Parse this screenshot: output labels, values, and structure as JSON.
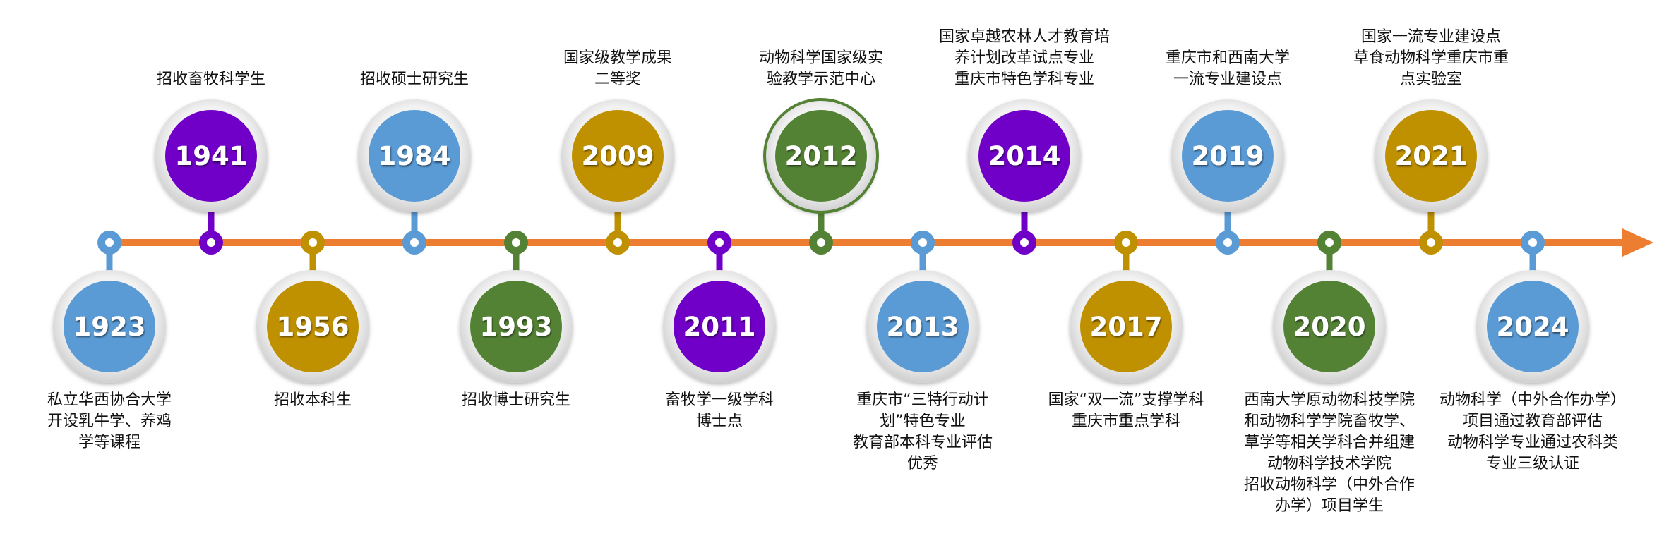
{
  "colors": {
    "blue": "#5b9bd5",
    "purple": "#7000c8",
    "gold": "#bf9000",
    "green": "#548235",
    "line": "#ed7d31"
  },
  "events": [
    {
      "year": "1923",
      "color": "blue",
      "position": "below",
      "text": "私立华西协合大学\n开设乳牛学、养鸡\n学等课程"
    },
    {
      "year": "1941",
      "color": "purple",
      "position": "above",
      "text": "招收畜牧科学生"
    },
    {
      "year": "1956",
      "color": "gold",
      "position": "below",
      "text": "招收本科生"
    },
    {
      "year": "1984",
      "color": "blue",
      "position": "above",
      "text": "招收硕士研究生"
    },
    {
      "year": "1993",
      "color": "green",
      "position": "below",
      "text": "招收博士研究生"
    },
    {
      "year": "2009",
      "color": "gold",
      "position": "above",
      "text": "国家级教学成果\n二等奖"
    },
    {
      "year": "2011",
      "color": "purple",
      "position": "below",
      "text": "畜牧学一级学科\n博士点"
    },
    {
      "year": "2012",
      "color": "green",
      "position": "above",
      "highlight": true,
      "text": "动物科学国家级实\n验教学示范中心"
    },
    {
      "year": "2013",
      "color": "blue",
      "position": "below",
      "text": "重庆市“三特行动计\n划”特色专业\n教育部本科专业评估\n优秀"
    },
    {
      "year": "2014",
      "color": "purple",
      "position": "above",
      "text": "国家卓越农林人才教育培\n养计划改革试点专业\n重庆市特色学科专业"
    },
    {
      "year": "2017",
      "color": "gold",
      "position": "below",
      "text": "国家“双一流”支撑学科\n重庆市重点学科"
    },
    {
      "year": "2019",
      "color": "blue",
      "position": "above",
      "text": "重庆市和西南大学\n一流专业建设点"
    },
    {
      "year": "2020",
      "color": "green",
      "position": "below",
      "text": "西南大学原动物科技学院\n和动物科学学院畜牧学、\n草学等相关学科合并组建\n动物科学技术学院\n招收动物科学（中外合作\n办学）项目学生"
    },
    {
      "year": "2021",
      "color": "gold",
      "position": "above",
      "text": "国家一流专业建设点\n草食动物科学重庆市重\n点实验室"
    },
    {
      "year": "2024",
      "color": "blue",
      "position": "below",
      "text": "动物科学（中外合作办学）\n项目通过教育部评估\n动物科学专业通过农科类\n专业三级认证"
    }
  ]
}
